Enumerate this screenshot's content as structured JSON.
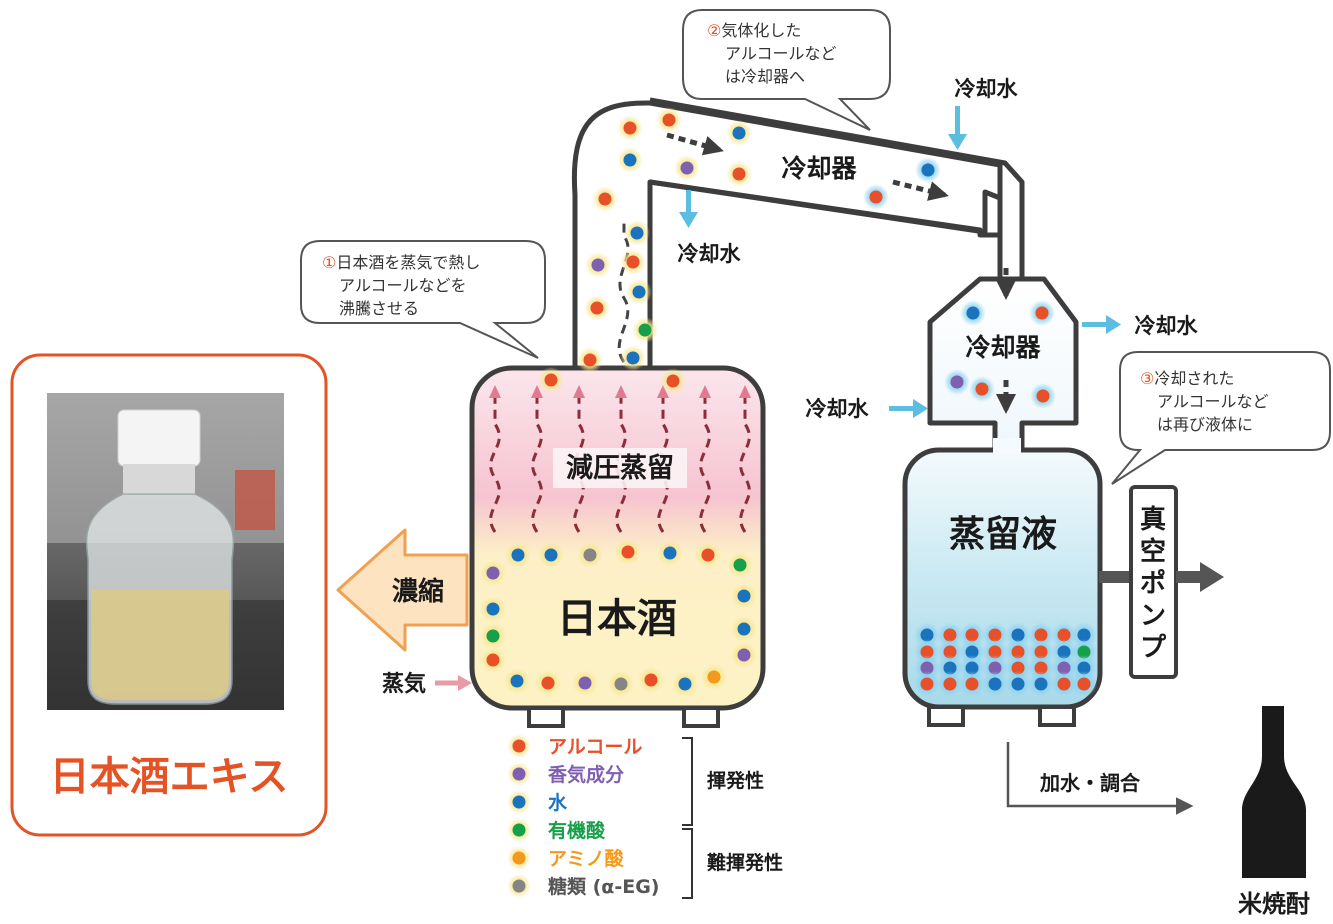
{
  "labels": {
    "reduced_distillation": "減圧蒸留",
    "sake": "日本酒",
    "concentrate": "濃縮",
    "steam": "蒸気",
    "condenser": "冷却器",
    "cooling_water": "冷却水",
    "distillate": "蒸留液",
    "vacuum_pump": [
      "真",
      "空",
      "ポ",
      "ン",
      "プ"
    ],
    "add_water_blend": "加水・調合",
    "rice_shochu": "米焼酎",
    "extract": "日本酒エキス"
  },
  "callouts": {
    "step1": {
      "num": "①",
      "lines": [
        "日本酒を蒸気で熱し",
        "アルコールなどを",
        "沸騰させる"
      ]
    },
    "step2": {
      "num": "②",
      "lines": [
        "気体化した",
        "アルコールなど",
        "は冷却器へ"
      ]
    },
    "step3": {
      "num": "③",
      "lines": [
        "冷却された",
        "アルコールなど",
        "は再び液体に"
      ]
    }
  },
  "legend": {
    "items": [
      {
        "label": "アルコール",
        "color": "#e8502a"
      },
      {
        "label": "香気成分",
        "color": "#7f5fb0"
      },
      {
        "label": "水",
        "color": "#1b73bd"
      },
      {
        "label": "有機酸",
        "color": "#17a04a"
      },
      {
        "label": "アミノ酸",
        "color": "#f39a1e"
      },
      {
        "label": "糖類 (α-EG)",
        "color": "#858585"
      }
    ],
    "volatile": "揮発性",
    "nonvolatile": "難揮発性"
  },
  "colors": {
    "alcohol": "#e8502a",
    "aroma": "#7f5fb0",
    "water": "#1b73bd",
    "organic_acid": "#17a04a",
    "amino_acid": "#f39a1e",
    "sugar": "#858585",
    "cooling_arrow": "#5bbde0",
    "extract_frame": "#e35326",
    "concentrate_arrow": "#f0a050",
    "steam_arrow": "#e89aa6"
  }
}
